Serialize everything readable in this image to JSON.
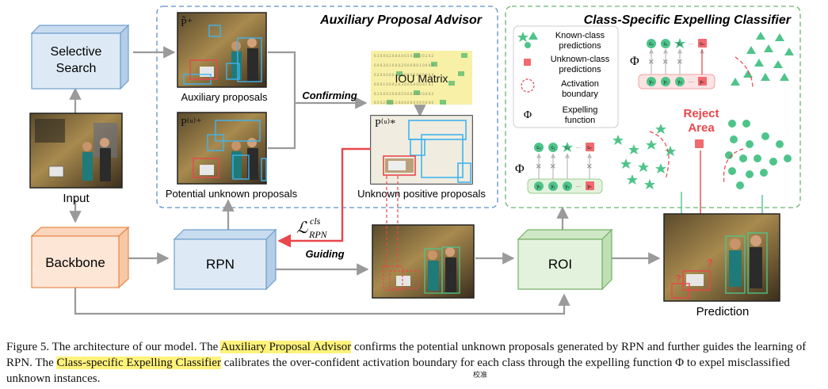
{
  "labels": {
    "selective_search": [
      "Selective",
      "Search"
    ],
    "input": "Input",
    "backbone": "Backbone",
    "rpn": "RPN",
    "roi": "ROI",
    "prediction": "Prediction",
    "apa_title": "Auxiliary Proposal Advisor",
    "cse_title": "Class-Specific Expelling Classifier",
    "aux_proposals": "Auxiliary proposals",
    "potential_unknown": "Potential unknown proposals",
    "iou_matrix": "IOU Matrix",
    "unknown_positive": "Unknown positive proposals",
    "confirming": "Confirming",
    "guiding": "Guiding",
    "reject_area": [
      "Reject",
      "Area"
    ],
    "p_aux": "P̃⁺",
    "p_unk": "P⁽ᵘ⁾⁺",
    "p_unk_star": "P⁽ᵘ⁾*",
    "loss": "ℒ",
    "loss_sup": "cls",
    "loss_sub": "RPN",
    "phi": "Φ"
  },
  "legend": [
    {
      "text": [
        "Known-class",
        "predictions"
      ],
      "icon": "known-class-shapes"
    },
    {
      "text": [
        "Unknown-class",
        "predictions"
      ],
      "icon": "unknown-square"
    },
    {
      "text": [
        "Activation",
        "boundary"
      ],
      "icon": "dashed-circle"
    },
    {
      "text": [
        "Expelling",
        "function"
      ],
      "icon": "phi-symbol"
    }
  ],
  "expel_nodes": {
    "top": [
      "c₀",
      "c₁",
      "c₂",
      "···",
      "cₙ"
    ],
    "bottom": [
      "y₀",
      "y₁",
      "y₂",
      "···",
      "yₙ"
    ]
  },
  "caption": [
    {
      "t": "Figure 5. The architecture of our model. The "
    },
    {
      "t": "Auxiliary Proposal Advisor",
      "hl": true
    },
    {
      "t": " confirms the potential unknown proposals generated by RPN and further guides the learning of RPN. The "
    },
    {
      "t": "Class-specific Expelling Classifier",
      "hl": true
    },
    {
      "t": " calibrates the over-confident activation boundary for each class through the expelling function Φ to expel misclassified unknown instances."
    }
  ],
  "stamp": "校准",
  "colors": {
    "blue_box": "#ddeaf6",
    "blue_edge": "#6f9fcf",
    "orange_box": "#fde6d6",
    "orange_edge": "#e88a4a",
    "green_box": "#e3f2dd",
    "green_edge": "#76b06a",
    "accent_red": "#e8474c",
    "known_green": "#4fc48a",
    "iou_yellow": "#f7f0a6"
  }
}
